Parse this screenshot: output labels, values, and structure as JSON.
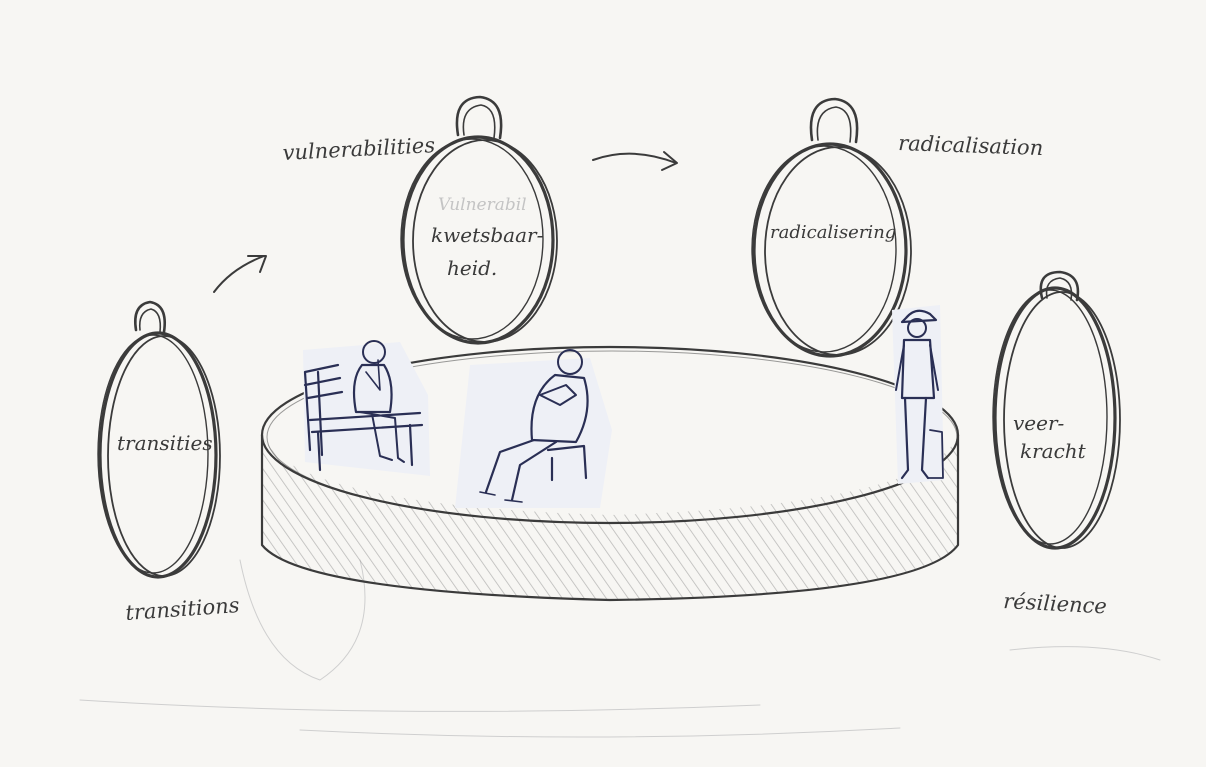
{
  "mirrors": [
    {
      "id": "transitions",
      "inner_lines": [
        "transities"
      ],
      "outer_label": "transitions"
    },
    {
      "id": "vulnerabilities",
      "inner_faint": "Vulnerabil",
      "inner_lines": [
        "kwetsbaar-",
        "heid."
      ],
      "outer_label": "vulnerabilities"
    },
    {
      "id": "radicalisation",
      "inner_lines": [
        "radicalisering"
      ],
      "outer_label": "radicalisation"
    },
    {
      "id": "resilience",
      "inner_lines": [
        "veer-",
        "kracht"
      ],
      "outer_label": "résilience"
    }
  ]
}
